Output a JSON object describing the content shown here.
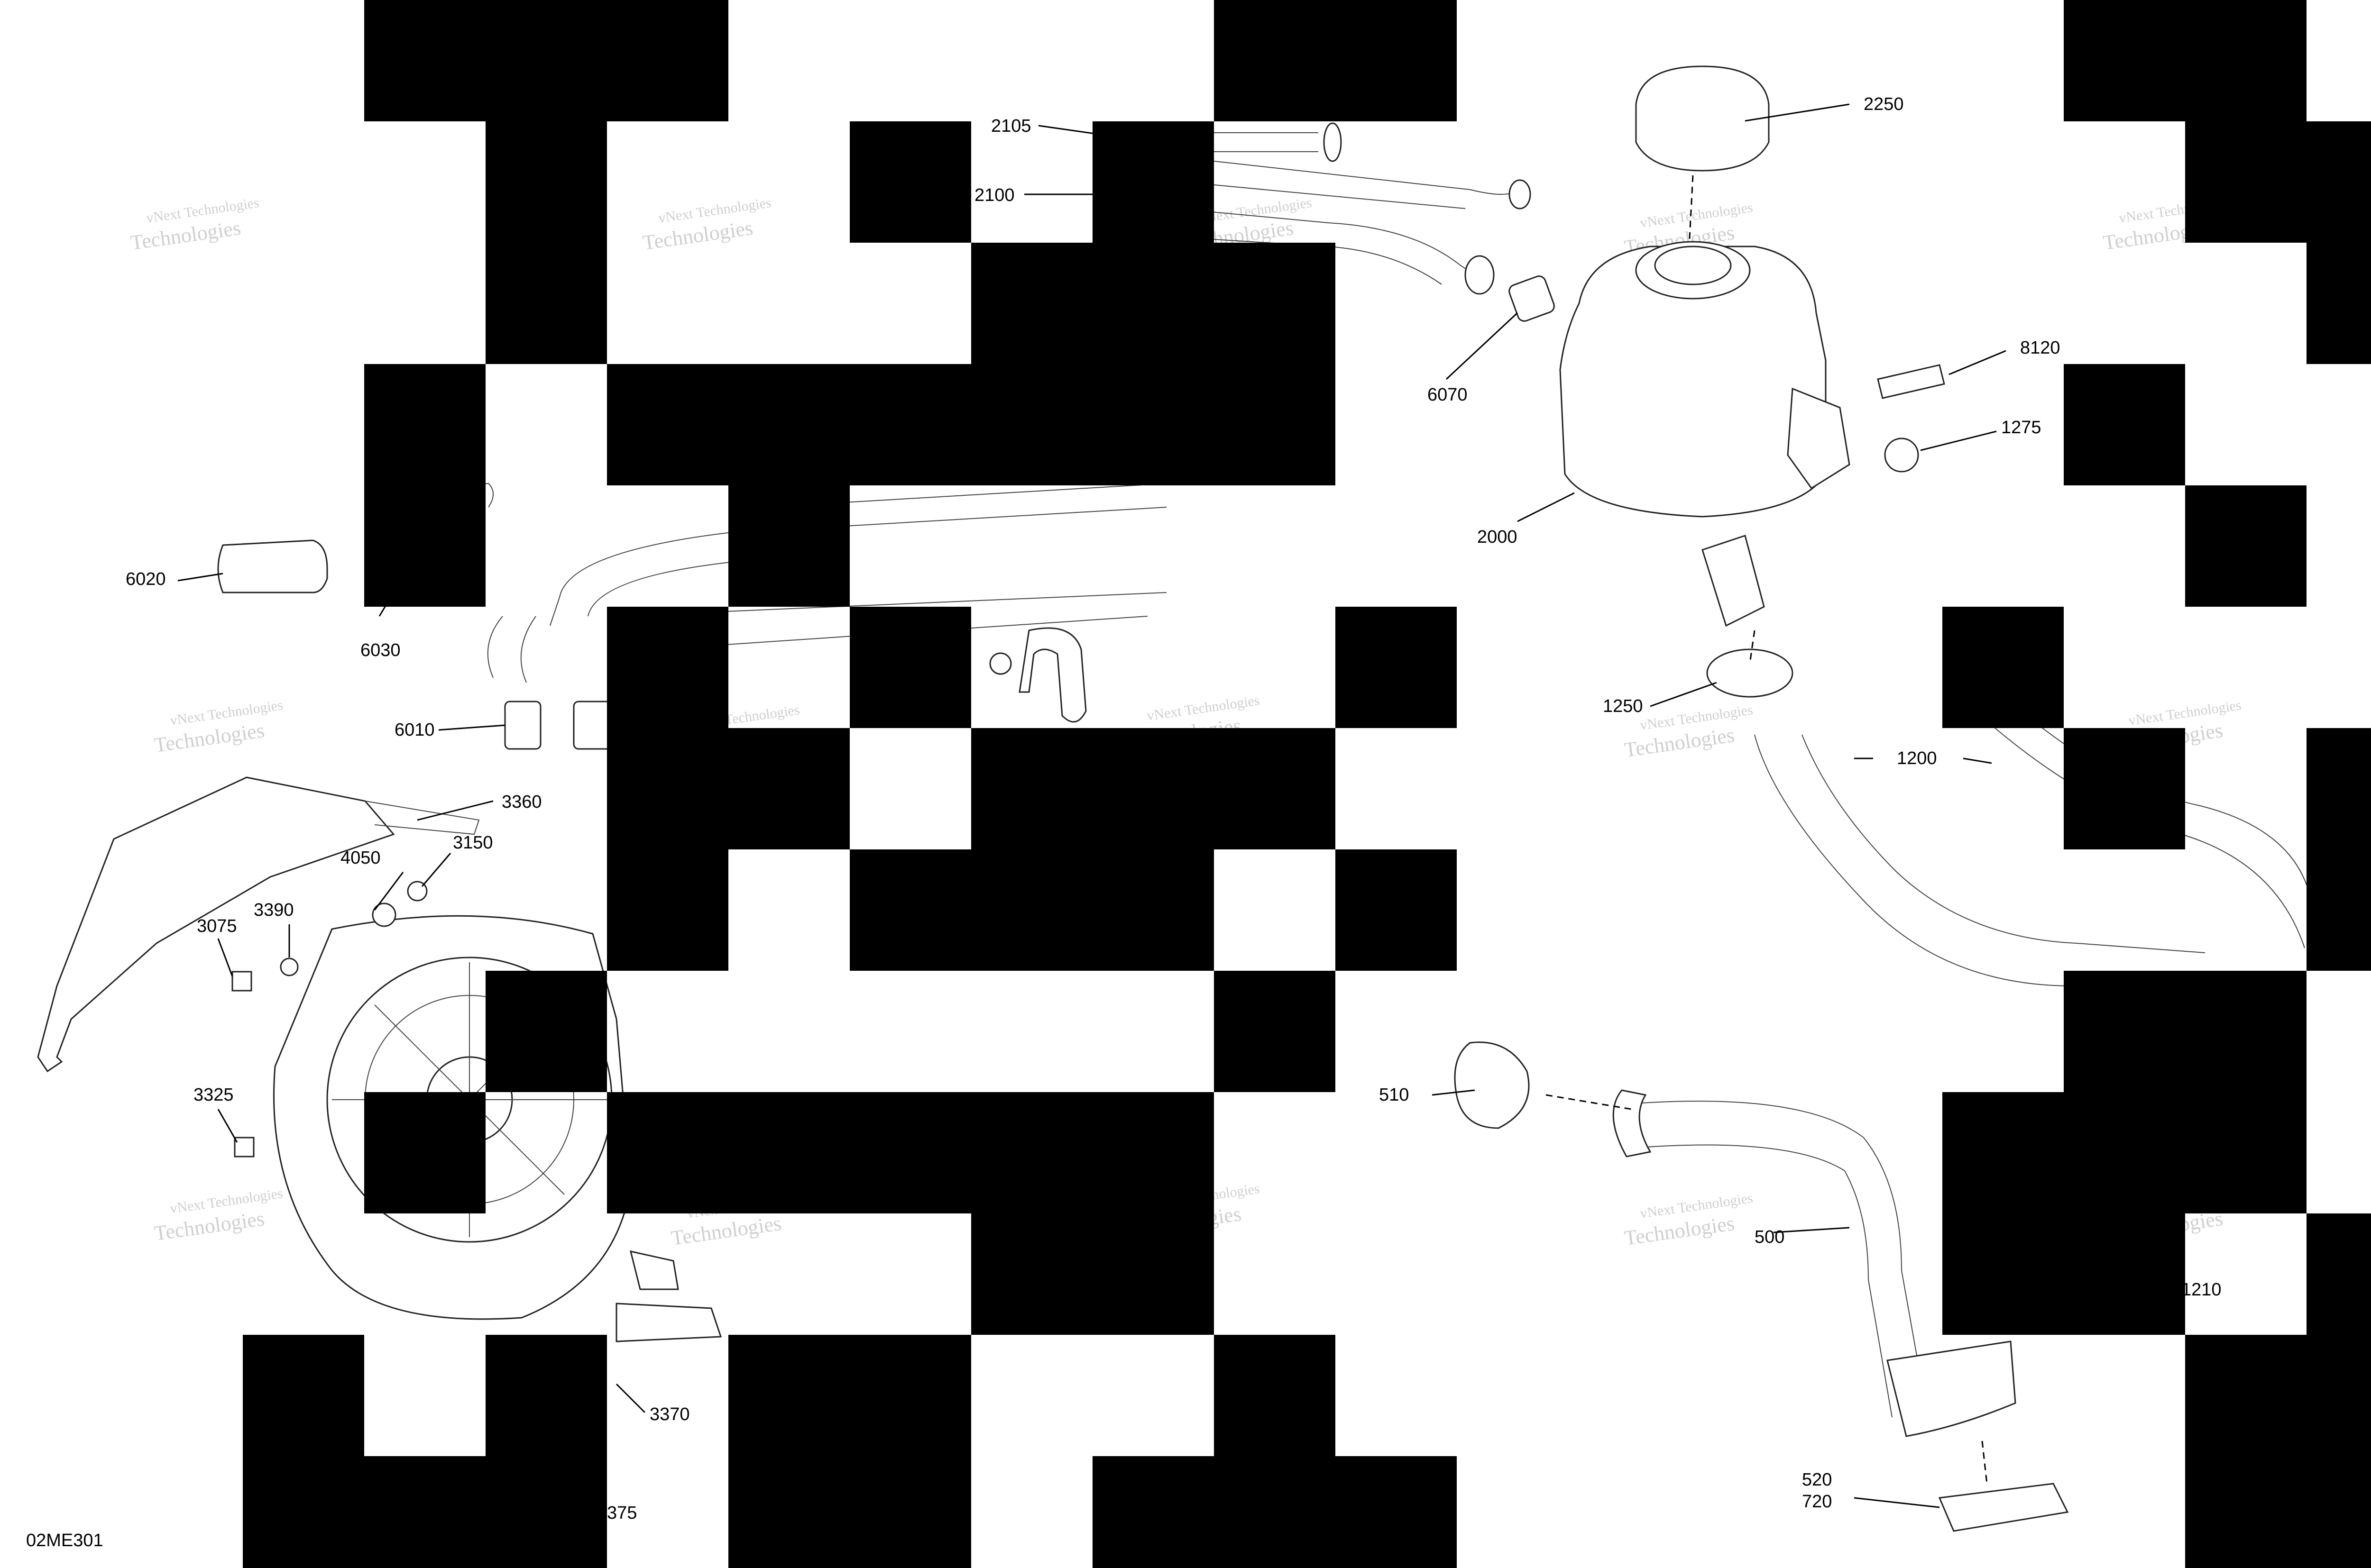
{
  "diagram": {
    "code": "02ME301",
    "watermark": {
      "line1": "vNext Technologies",
      "line2": "Technologies"
    },
    "callouts": [
      {
        "id": "2105",
        "label": "2105"
      },
      {
        "id": "2100",
        "label": "2100"
      },
      {
        "id": "2250",
        "label": "2250"
      },
      {
        "id": "6070",
        "label": "6070"
      },
      {
        "id": "8120",
        "label": "8120"
      },
      {
        "id": "1275",
        "label": "1275"
      },
      {
        "id": "2000",
        "label": "2000"
      },
      {
        "id": "6020",
        "label": "6020"
      },
      {
        "id": "6030",
        "label": "6030"
      },
      {
        "id": "6010",
        "label": "6010"
      },
      {
        "id": "1250",
        "label": "1250"
      },
      {
        "id": "1200",
        "label": "1200"
      },
      {
        "id": "3360",
        "label": "3360"
      },
      {
        "id": "4050",
        "label": "4050"
      },
      {
        "id": "3150",
        "label": "3150"
      },
      {
        "id": "3390",
        "label": "3390"
      },
      {
        "id": "3075",
        "label": "3075"
      },
      {
        "id": "3325",
        "label": "3325"
      },
      {
        "id": "510",
        "label": "510"
      },
      {
        "id": "500",
        "label": "500"
      },
      {
        "id": "1210",
        "label": "1210"
      },
      {
        "id": "3370",
        "label": "3370"
      },
      {
        "id": "375",
        "label": "375"
      },
      {
        "id": "520",
        "label": "520"
      },
      {
        "id": "720",
        "label": "720"
      }
    ]
  }
}
